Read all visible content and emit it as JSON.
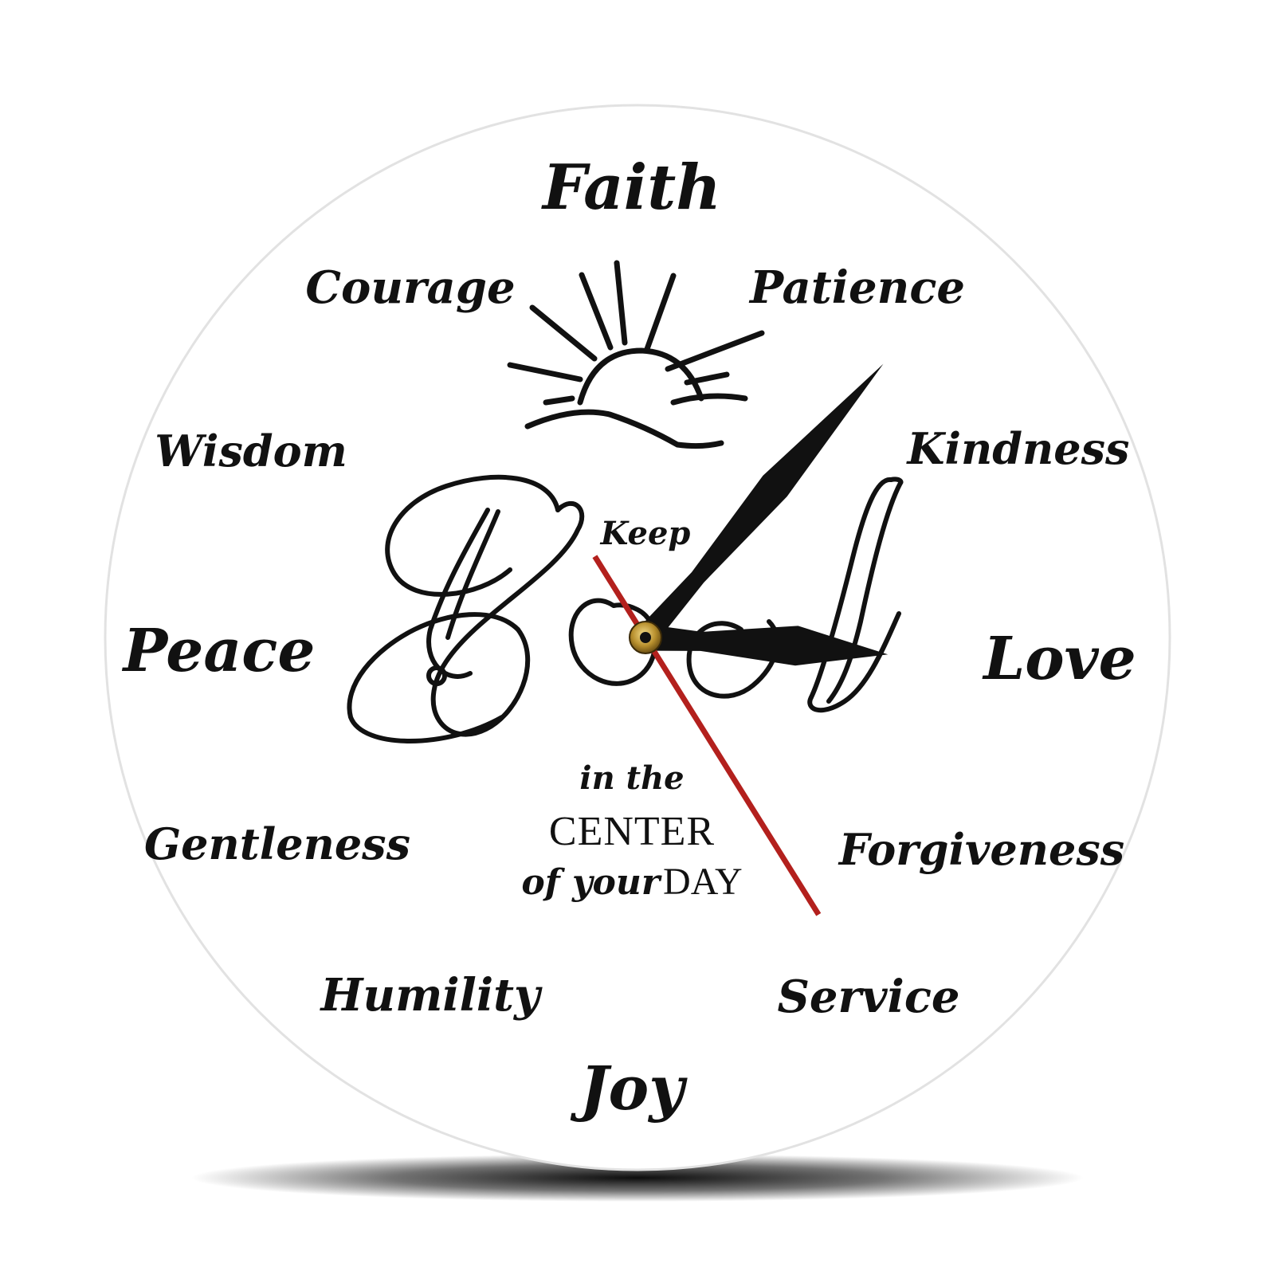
{
  "clock": {
    "words": {
      "top": "Faith",
      "top_right_1": "Patience",
      "top_right_2": "Kindness",
      "right": "Love",
      "bottom_right_1": "Forgiveness",
      "bottom_right_2": "Service",
      "bottom": "Joy",
      "bottom_left_2": "Humility",
      "bottom_left_1": "Gentleness",
      "left": "Peace",
      "top_left_2": "Wisdom",
      "top_left_1": "Courage"
    },
    "center_text": {
      "keep": "Keep",
      "god": "God",
      "in_the": "in the",
      "center": "CENTER",
      "of_your": "of your",
      "day": "DAY"
    },
    "colors": {
      "face": "#ffffff",
      "rim": "#e2e2e2",
      "ink": "#111111",
      "second_hand": "#b3201d",
      "hub": "#b8902e",
      "shadow": "#000000"
    },
    "hands": {
      "hour_angle_deg": 94,
      "minute_angle_deg": 41,
      "second_angle_deg": 148
    }
  }
}
